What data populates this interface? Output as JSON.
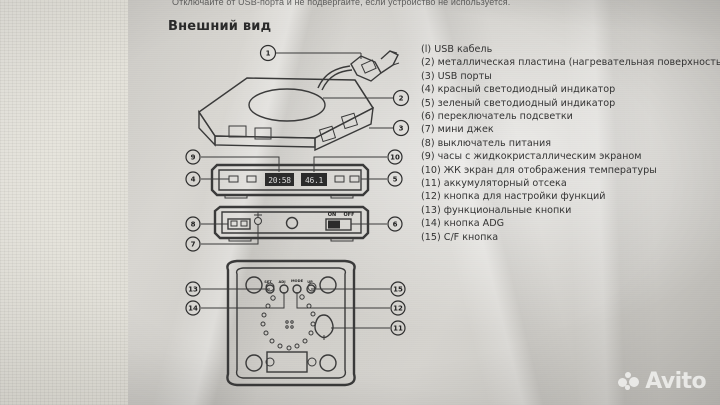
{
  "photo": {
    "kind": "manual-page-photo",
    "background_color": "#e4e2da",
    "page_color": "#d4d2cd",
    "ink_color": "#333333"
  },
  "page": {
    "cut_off_line": "Отключайте от USB-порта и не подвергайте, если устройство не используется.",
    "section_title": "Внешний вид"
  },
  "legend": {
    "items": [
      "(l) USB кабель",
      "(2) металлическая пластина (нагревательная поверхность)",
      "(3) USB порты",
      "(4) красный светодиодный индикатор",
      "(5) зеленый светодиодный индикатор",
      "(6) переключатель подсветки",
      "(7) мини джек",
      "(8) выключатель питания",
      "(9) часы с жидкокристаллическим экраном",
      "(10) ЖК экран для отображения температуры",
      "(11) аккумуляторный отсека",
      "(12) кнопка для настройки функций",
      "(13) функциональные кнопки",
      "(14) кнопка ADG",
      "(15) C/F кнопка"
    ]
  },
  "figures": {
    "device_top": {
      "name": "USB warmer perspective view",
      "callouts": [
        "1",
        "2",
        "3"
      ]
    },
    "front_panel": {
      "name": "Front panel with LCD displays",
      "callouts": [
        "9",
        "4",
        "10",
        "5"
      ],
      "clock_value": "20:58",
      "temperature_value": "46.1"
    },
    "side_panel": {
      "name": "Side panel with power switch",
      "callouts": [
        "8",
        "7",
        "6"
      ],
      "switch_on_label": "ON",
      "switch_off_label": "OFF"
    },
    "bottom_board": {
      "name": "Bottom / battery compartment board view",
      "callouts": [
        "13",
        "14",
        "15",
        "12",
        "11"
      ],
      "button_labels": [
        "SET",
        "ADJ",
        "MODE",
        "UP"
      ]
    }
  },
  "watermark": {
    "label": "Avito",
    "icon": "avito-dots-logo",
    "color": "#f2f2f0"
  }
}
